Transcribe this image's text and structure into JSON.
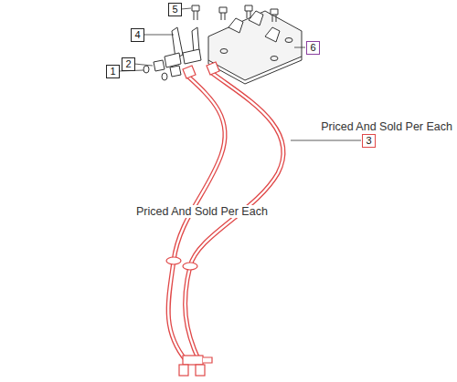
{
  "diagram": {
    "labels": [
      "5",
      "4",
      "2",
      "1",
      "6",
      "Priced And Sold Per Each",
      "3",
      "Priced And Sold Per Each"
    ]
  }
}
